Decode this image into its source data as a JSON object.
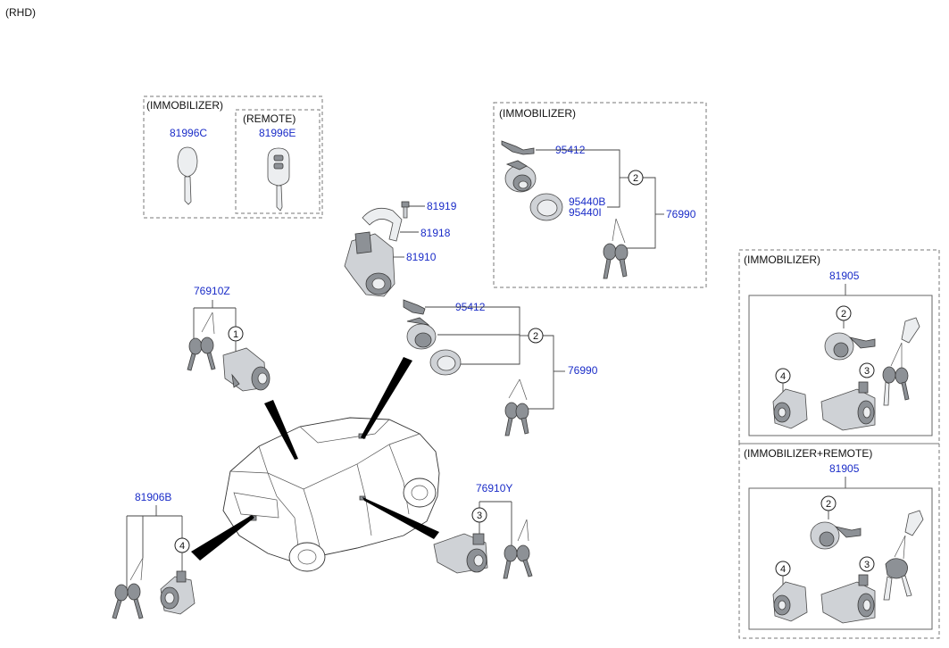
{
  "header": {
    "variant": "(RHD)"
  },
  "groups": {
    "immobilizer_keys": {
      "label": "(IMMOBILIZER)",
      "remote_label": "(REMOTE)",
      "key_part": "81996C",
      "remote_key_part": "81996E"
    },
    "immobilizer_top": {
      "label": "(IMMOBILIZER)",
      "p1": "95412",
      "p2": "95440B",
      "p3": "95440I",
      "p4": "76990",
      "ref": "2"
    },
    "immobilizer_right": {
      "label": "(IMMOBILIZER)",
      "assy": "81905",
      "c2": "2",
      "c3": "3",
      "c4": "4"
    },
    "immobilizer_remote_right": {
      "label": "(IMMOBILIZER+REMOTE)",
      "assy": "81905",
      "c2": "2",
      "c3": "3",
      "c4": "4"
    }
  },
  "parts": {
    "p81919": "81919",
    "p81918": "81918",
    "p81910": "81910",
    "p95412": "95412",
    "p76990": "76990",
    "mid_ref": "2",
    "p76910Z": "76910Z",
    "ref1": "1",
    "p81906B": "81906B",
    "ref4": "4",
    "p76910Y": "76910Y",
    "ref3": "3"
  }
}
